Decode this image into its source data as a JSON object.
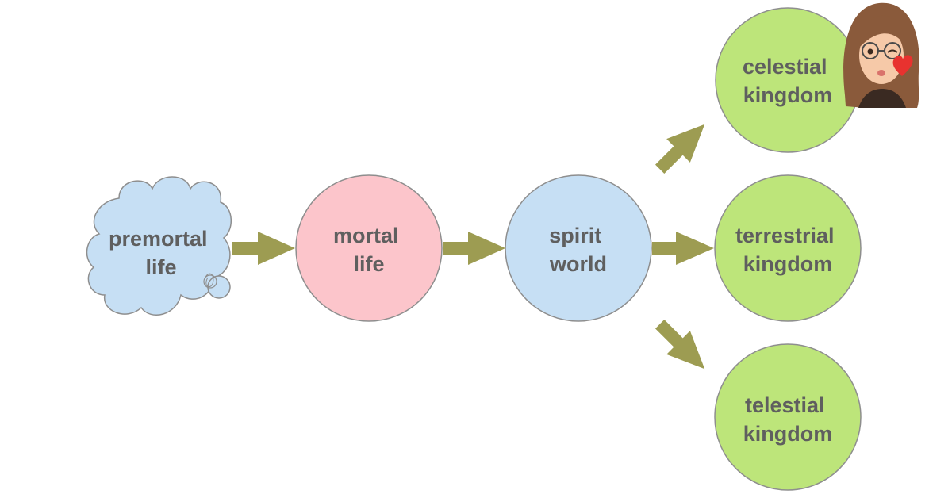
{
  "nodes": {
    "premortal": {
      "line1": "premortal",
      "line2": "life"
    },
    "mortal": {
      "line1": "mortal",
      "line2": "life"
    },
    "spirit": {
      "line1": "spirit",
      "line2": "world"
    },
    "celestial": {
      "line1": "celestial",
      "line2": "kingdom"
    },
    "terrestrial": {
      "line1": "terrestrial",
      "line2": "kingdom"
    },
    "telestial": {
      "line1": "telestial",
      "line2": "kingdom"
    }
  },
  "colors": {
    "cloud_fill": "#c6dff4",
    "mortal_fill": "#fcc5cb",
    "spirit_fill": "#c6dff4",
    "kingdom_fill": "#bde57a",
    "outline": "#8e8e8e",
    "arrow": "#9d9c52",
    "text": "#5f5f5f"
  },
  "decorations": {
    "avatar": "memoji-avatar-with-heart"
  }
}
